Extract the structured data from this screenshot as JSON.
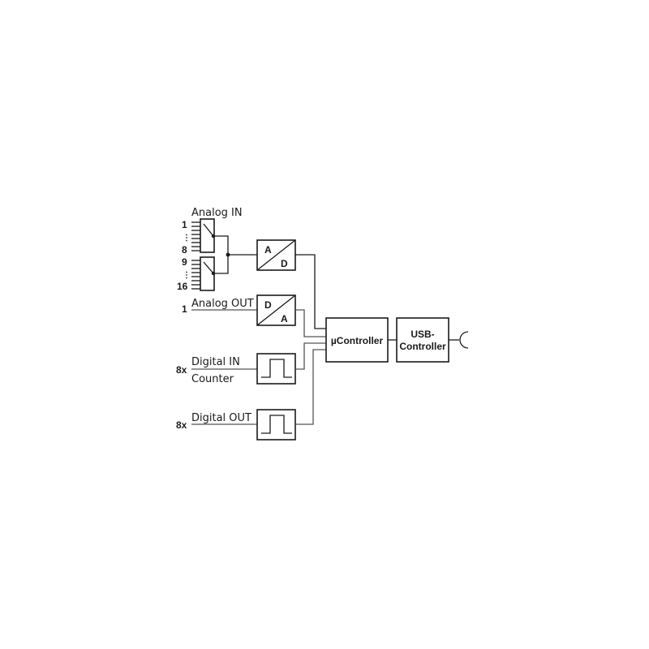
{
  "diagram": {
    "type": "block-diagram",
    "analog_in": {
      "title": "Analog IN",
      "mux1": {
        "top_label": "1",
        "dots": "⋮",
        "bottom_label": "8"
      },
      "mux2": {
        "top_label": "9",
        "dots": "⋮",
        "bottom_label": "16"
      }
    },
    "adc": {
      "top": "A",
      "bottom": "D"
    },
    "analog_out": {
      "title": "Analog OUT",
      "count": "1"
    },
    "dac": {
      "top": "D",
      "bottom": "A"
    },
    "digital_in": {
      "title": "Digital IN",
      "subtitle": "Counter",
      "count": "8x"
    },
    "digital_out": {
      "title": "Digital OUT",
      "count": "8x"
    },
    "microcontroller": {
      "label": "µController"
    },
    "usb_controller": {
      "line1": "USB-",
      "line2": "Controller"
    },
    "connector": {
      "icon": "usb-port-icon"
    },
    "colors": {
      "line": "#1a1a1a",
      "background": "#ffffff"
    }
  }
}
